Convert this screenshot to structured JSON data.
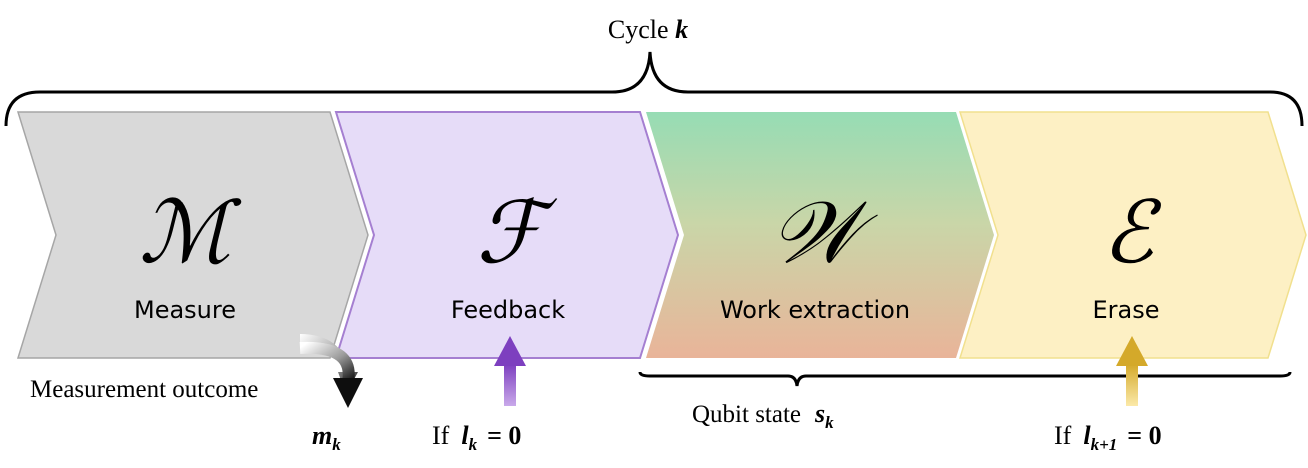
{
  "cycle": {
    "label": "Cycle ",
    "index": "k"
  },
  "stages": [
    {
      "symbol": "ℳ",
      "label": "Measure",
      "fill": "#d9d9d9",
      "stroke": "#a6a6a6"
    },
    {
      "symbol": "ℱ",
      "label": "Feedback",
      "fill": "#e6dcf8",
      "stroke": "#a57fd1"
    },
    {
      "symbol": "𝒲",
      "label": "Work extraction",
      "fill_top": "#96dcb4",
      "fill_bottom": "#e8b59a"
    },
    {
      "symbol": "ℰ",
      "label": "Erase",
      "fill": "#fdf0c4",
      "stroke": "#f1e08e"
    }
  ],
  "measurement": {
    "label": "Measurement outcome",
    "output": "m",
    "output_sub": "k"
  },
  "feedback_condition": {
    "prefix": "If",
    "var": "l",
    "sub": "k",
    "rhs": "= 0",
    "arrow_color": "#8a50c8"
  },
  "qubit_state": {
    "label": "Qubit state",
    "var": "s",
    "sub": "k"
  },
  "erase_condition": {
    "prefix": "If",
    "var": "l",
    "sub": "k+1",
    "rhs": "= 0",
    "arrow_color": "#d8b036"
  }
}
